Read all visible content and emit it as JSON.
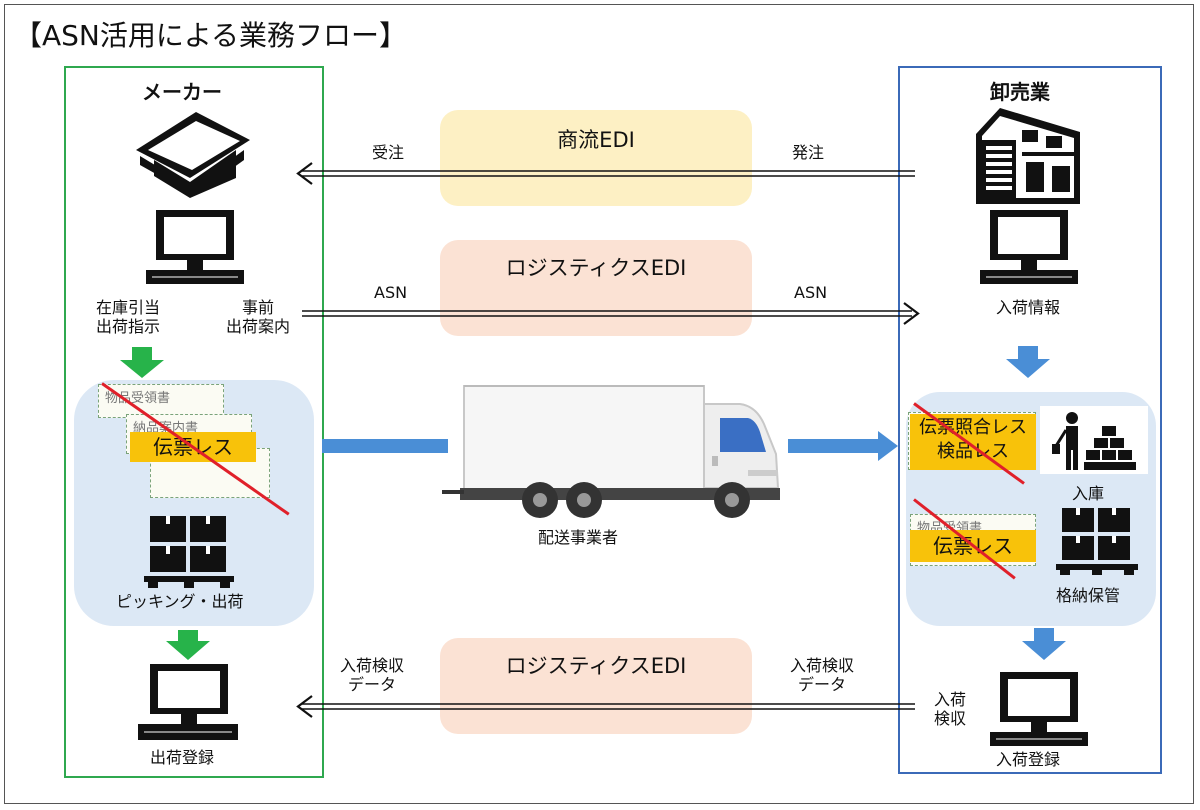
{
  "title": "【ASN活用による業務フロー】",
  "maker": {
    "heading": "メーカー",
    "stock_label": "在庫引当\n出荷指示",
    "advance_label": "事前\n出荷案内",
    "slip_top": "物品受領書",
    "slip_mid": "納品案内書",
    "stamp": "伝票レス",
    "picking_label": "ピッキング・出荷",
    "register_label": "出荷登録"
  },
  "wholesaler": {
    "heading": "卸売業",
    "arrival_info": "入荷情報",
    "stamp_check": "伝票照合レス\n検品レス",
    "stock_in": "入庫",
    "slip_receipt": "物品受領書",
    "stamp": "伝票レス",
    "storage": "格納保管",
    "inspect": "入荷\n検収",
    "register_label": "入荷登録"
  },
  "flows": {
    "commerce_edi": "商流EDI",
    "order_received": "受注",
    "order_placed": "発注",
    "logistics_edi_1": "ロジスティクスEDI",
    "asn_left": "ASN",
    "asn_right": "ASN",
    "carrier": "配送事業者",
    "logistics_edi_2": "ロジスティクスEDI",
    "inspect_data_left": "入荷検収\nデータ",
    "inspect_data_right": "入荷検収\nデータ"
  },
  "colors": {
    "maker_border": "#2fa84f",
    "wholesaler_border": "#3b6ab8",
    "commerce_pill": "#fdf0c4",
    "logistics_pill": "#fbe2d4",
    "zone": "#dce8f5",
    "stamp": "#f8c20a",
    "strike": "#e0202a",
    "green_arrow": "#27b34a",
    "blue_arrow": "#4a8ed6"
  },
  "icons": [
    "warehouse-icon",
    "building-icon",
    "computer-icon",
    "truck-icon",
    "worker-icon",
    "boxes-pallet-icon"
  ]
}
